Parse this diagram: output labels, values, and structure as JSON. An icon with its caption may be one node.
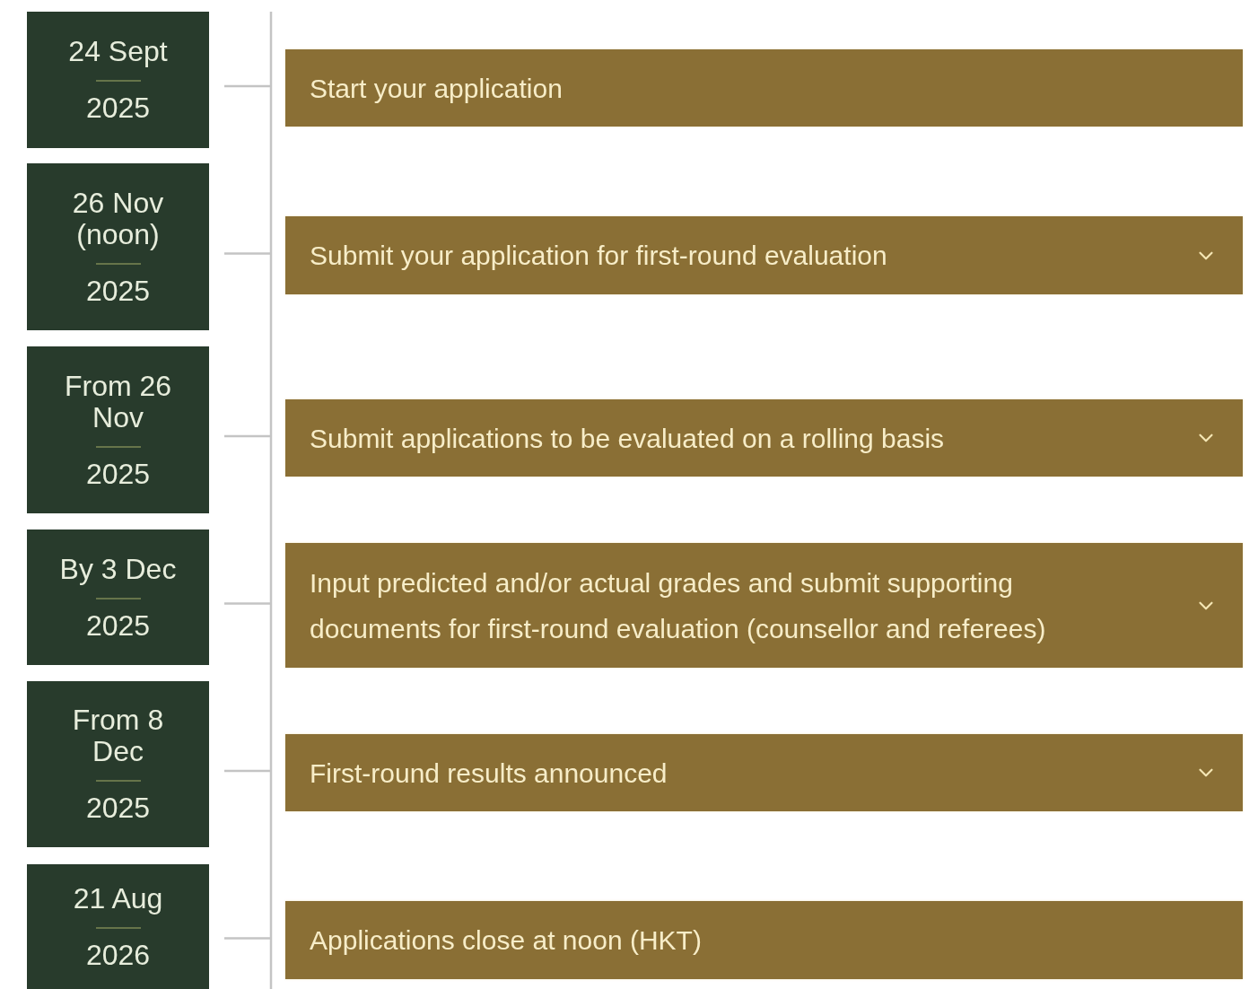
{
  "diagram": {
    "nodes": [
      {
        "text": [
          "24 Sept",
          "2025"
        ]
      },
      {
        "text": [
          "Start your application"
        ]
      },
      {
        "text": [
          "26 Nov (noon)",
          "2025"
        ]
      },
      {
        "text": [
          "Submit your application for first-round evaluation"
        ]
      },
      {
        "text": [
          "From 26 Nov",
          "2025"
        ]
      },
      {
        "text": [
          "Submit applications to be evaluated on a rolling basis"
        ]
      },
      {
        "text": [
          "By 3 Dec",
          "2025"
        ]
      },
      {
        "text": [
          "Input predicted and/or actual grades and submit supporting documents for first-round evaluation (counsellor and referees)"
        ]
      },
      {
        "text": [
          "From 8 Dec",
          "2025"
        ]
      },
      {
        "text": [
          "First-round results announced"
        ]
      },
      {
        "text": [
          "21 Aug",
          "2026"
        ]
      },
      {
        "text": [
          "Applications close at noon (HKT)"
        ]
      }
    ]
  }
}
